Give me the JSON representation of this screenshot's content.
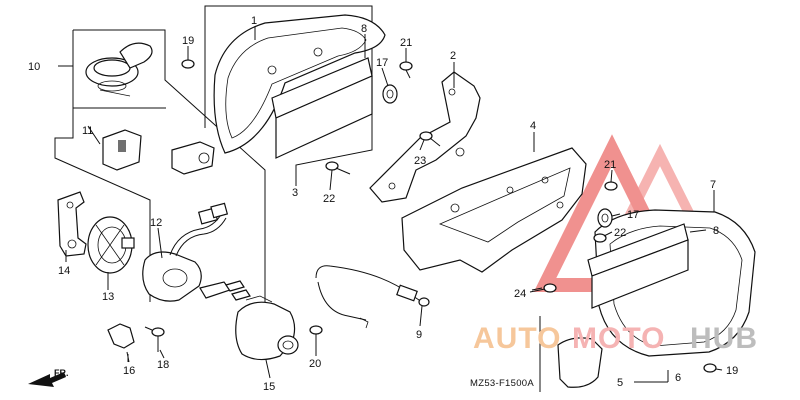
{
  "diagram": {
    "part_numbers": [
      "1",
      "2",
      "3",
      "4",
      "5",
      "6",
      "7",
      "8",
      "8",
      "9",
      "10",
      "11",
      "12",
      "13",
      "14",
      "15",
      "16",
      "17",
      "17",
      "18",
      "19",
      "19",
      "20",
      "21",
      "21",
      "22",
      "22",
      "23",
      "24"
    ],
    "diagram_code": "MZ53-F1500A",
    "direction_label": "FR.",
    "watermark": {
      "part1": "AUTO",
      "part2": "MOTO",
      "part3": "HUB"
    },
    "colors": {
      "watermark_red": "#e53935",
      "watermark_orange": "#f3a25a",
      "watermark_gray": "#9e9e9e",
      "line": "#111111"
    }
  }
}
